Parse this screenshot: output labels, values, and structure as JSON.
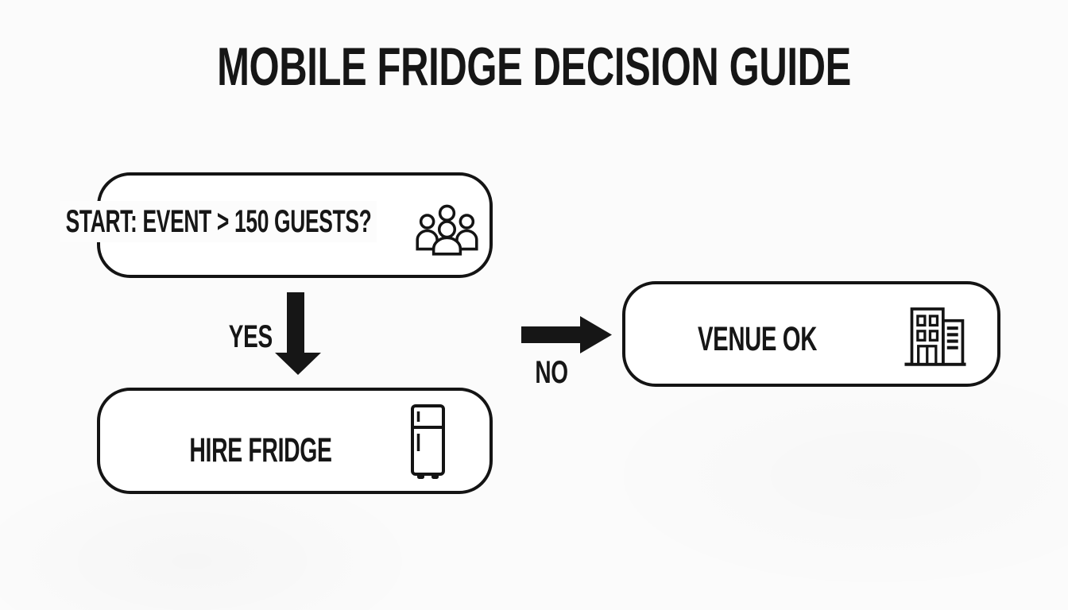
{
  "page": {
    "background_color": "#fbfbfb",
    "ink_color": "#141414",
    "node_fill_color": "#ffffff"
  },
  "title": "MOBILE FRIDGE DECISION GUIDE",
  "flowchart": {
    "start_node": {
      "label": "START: EVENT > 150 GUESTS?",
      "icon": "crowd-icon"
    },
    "yes_branch": {
      "label": "YES",
      "direction": "down"
    },
    "no_branch": {
      "label": "NO",
      "direction": "right"
    },
    "hire_node": {
      "label": "HIRE FRIDGE",
      "icon": "fridge-icon"
    },
    "venue_node": {
      "label": "VENUE OK",
      "icon": "building-icon"
    }
  }
}
